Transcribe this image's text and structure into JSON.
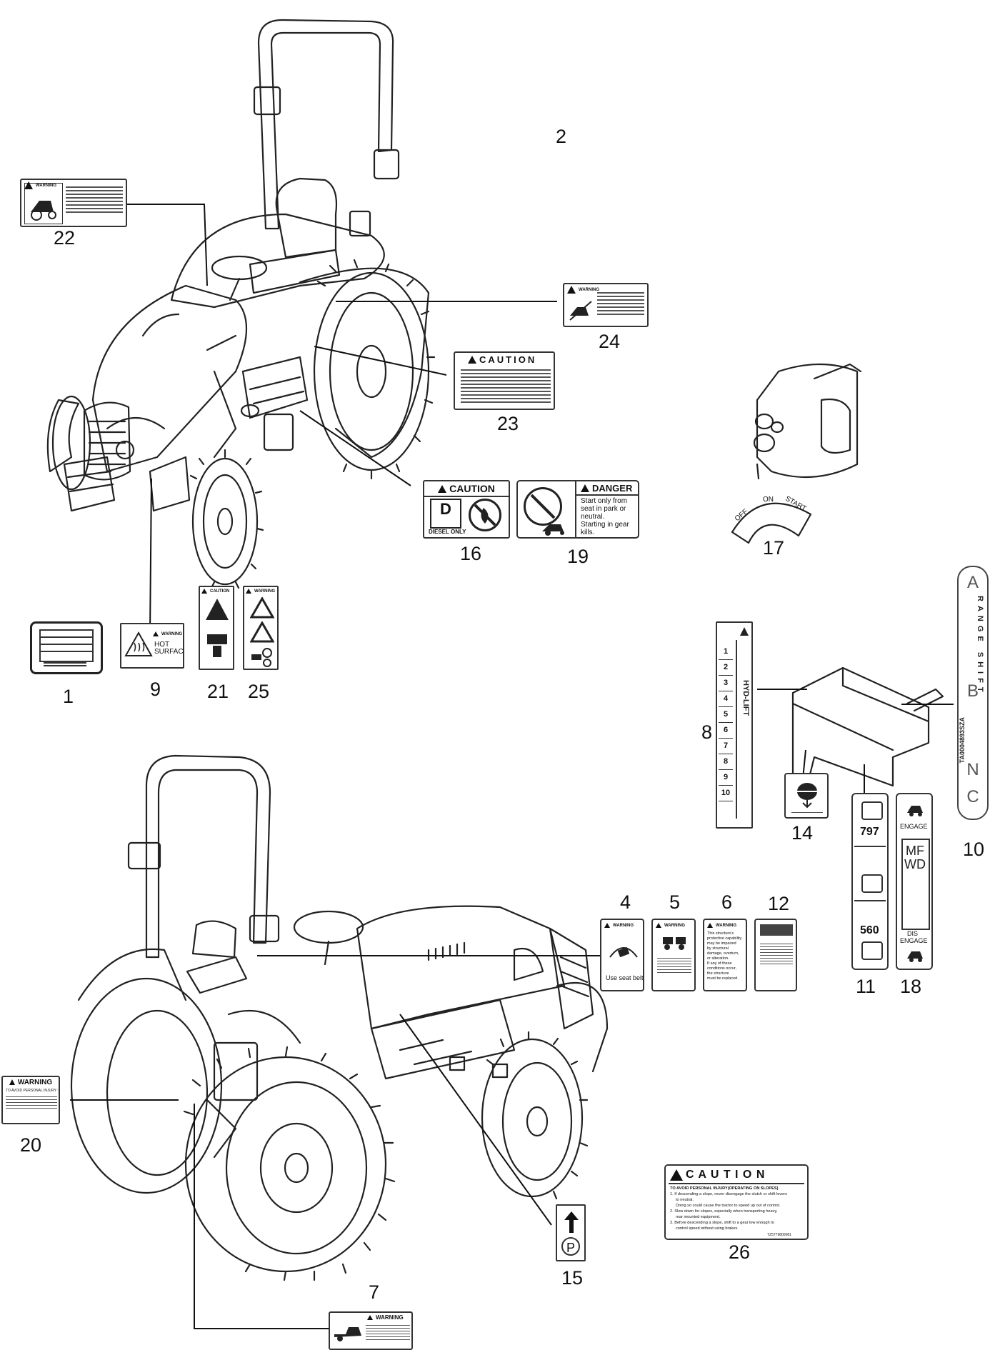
{
  "part_numbers": {
    "n1": "1",
    "n2": "2",
    "n4": "4",
    "n5": "5",
    "n6": "6",
    "n7": "7",
    "n8": "8",
    "n9": "9",
    "n10": "10",
    "n11": "11",
    "n12": "12",
    "n14": "14",
    "n15": "15",
    "n16": "16",
    "n17": "17",
    "n18": "18",
    "n19": "19",
    "n20": "20",
    "n21": "21",
    "n22": "22",
    "n23": "23",
    "n24": "24",
    "n25": "25",
    "n26": "26"
  },
  "decals": {
    "warning": "WARNING",
    "caution": "CAUTION",
    "caution_spaced": "C A U T I O N",
    "danger": "DANGER",
    "d16_diesel": "DIESEL ONLY",
    "d16_letter": "D",
    "d19_line1": "Start only from",
    "d19_line2": "seat in park or",
    "d19_line3": "neutral.",
    "d19_line4": "Starting in gear",
    "d19_line5": "kills.",
    "d9_hot": "HOT",
    "d9_surface": "SURFACE",
    "d4_text": "Use seat belt",
    "d20_line1": "TO AVOID PERSONAL INJURY :",
    "d26_head": "TO AVOID PERSONAL INJURY(OPERATING ON SLOPES)",
    "d26_l1": "1. If descending a slope, never disengage the clutch or shift levers",
    "d26_l1b": "to neutral.",
    "d26_l1c": "Doing so could cause the tractor to speed up out of control.",
    "d26_l2": "2. Slow down for slopes, especially when transporting heavy,",
    "d26_l2b": "rear mounted equipment.",
    "d26_l3": "3. Before descending a slope, shift to a gear low enough to",
    "d26_l3b": "control speed without using brakes.",
    "d26_code": "TZ5779800081",
    "d6_l1": "This structure's",
    "d6_l2": "protective capability",
    "d6_l3": "may be impaired",
    "d6_l4": "by structural",
    "d6_l5": "damage, overturn,",
    "d6_l6": "or alteration.",
    "d6_l7": "If any of these",
    "d6_l8": "conditions occur,",
    "d6_l9": "the structure",
    "d6_l10": "must be replaced.",
    "d17_off": "OFF",
    "d17_on": "ON",
    "d17_start": "START",
    "d11_797": "797",
    "d11_560": "560",
    "d18_engage": "ENGAGE",
    "d18_mfwd": "MFWD",
    "d18_dis": "DIS",
    "d18_engage2": "ENGAGE",
    "d10_a": "A",
    "d10_b": "B",
    "d10_n": "N",
    "d10_c": "C",
    "d10_range": "RANGE SHIFT",
    "d10_code": "TA0004893SZA",
    "d8_hydlift": "HYD-LIFT",
    "d8_n1": "1",
    "d8_n2": "2",
    "d8_n3": "3",
    "d8_n4": "4",
    "d8_n5": "5",
    "d8_n6": "6",
    "d8_n7": "7",
    "d8_n8": "8",
    "d8_n9": "9",
    "d8_n10": "10",
    "d15_p": "P"
  }
}
